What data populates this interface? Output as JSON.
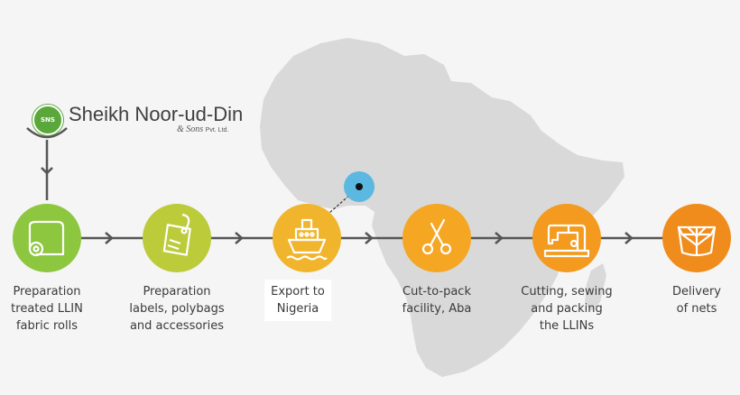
{
  "logo": {
    "badge_text": "SNS",
    "name": "Sheikh Noor-ud-Din",
    "sub": "& Sons",
    "sub_suffix": "Pvt. Ltd."
  },
  "steps": [
    {
      "label": "Preparation\ntreated LLIN\nfabric rolls",
      "color": "#8dc63f",
      "icon": "fabric-roll-icon"
    },
    {
      "label": "Preparation\nlabels, polybags\nand accessories",
      "color": "#bccb3a",
      "icon": "tag-icon"
    },
    {
      "label": "Export to\nNigeria",
      "color": "#f0b52c",
      "icon": "ship-icon"
    },
    {
      "label": "Cut-to-pack\nfacility, Aba",
      "color": "#f5a623",
      "icon": "scissors-icon"
    },
    {
      "label": "Cutting, sewing\nand packing\nthe LLINs",
      "color": "#f39a1f",
      "icon": "sewing-machine-icon"
    },
    {
      "label": "Delivery\nof nets",
      "color": "#f08c1c",
      "icon": "net-icon"
    }
  ],
  "colors": {
    "background": "#f5f5f5",
    "map": "#d9d9d9",
    "connector": "#555555",
    "marker": "#5bb8e0"
  }
}
